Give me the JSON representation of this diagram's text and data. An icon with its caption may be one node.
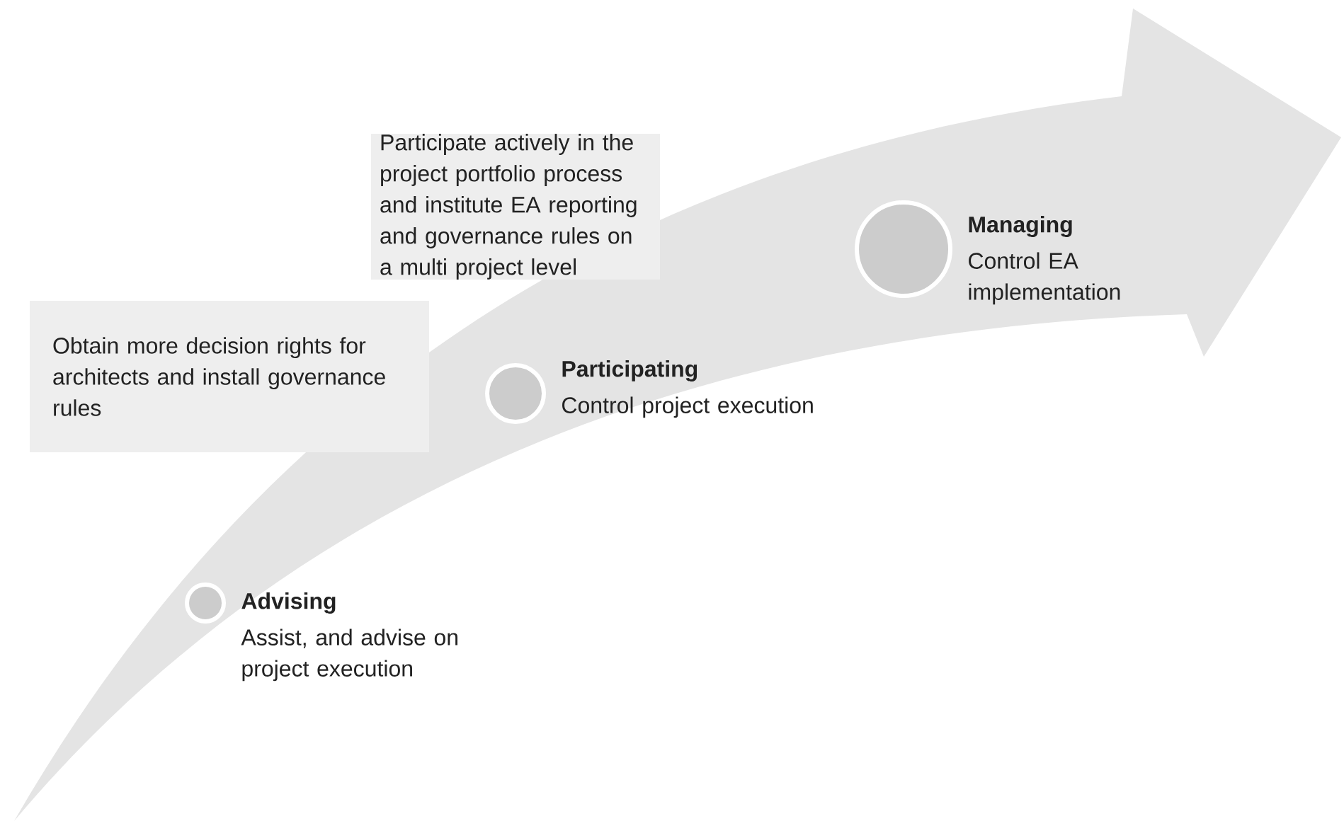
{
  "diagram": {
    "nodes": [
      {
        "text": [
          "Obtain more decision rights for architects and install governance rules"
        ]
      },
      {
        "text": [
          "Participate actively in the project portfolio process and institute EA reporting and governance rules on a multi project level"
        ]
      },
      {
        "text": [
          "Advising",
          "Assist, and advise on project execution"
        ]
      },
      {
        "text": [
          "Participating",
          "Control project execution"
        ]
      },
      {
        "text": [
          "Managing",
          "Control EA implementation"
        ]
      }
    ]
  }
}
